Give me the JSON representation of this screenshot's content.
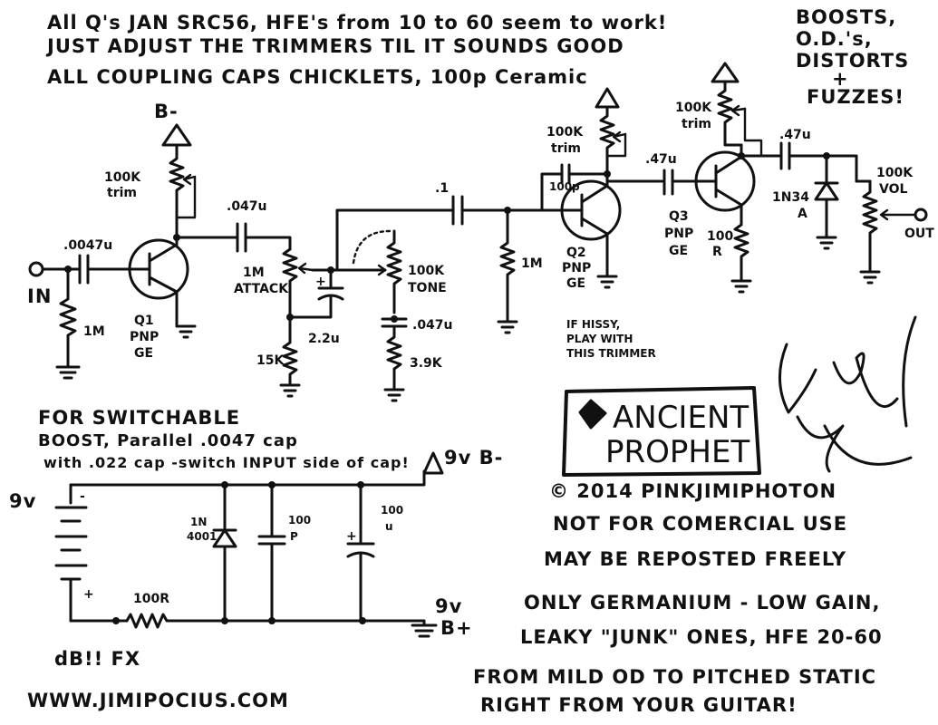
{
  "notes": {
    "line1": "All Q's JAN SRC56, HFE's from 10 to 60 seem to work!",
    "line2": "JUST ADJUST THE TRIMMERS TIL IT SOUNDS GOOD",
    "line3": "ALL COUPLING CAPS CHICKLETS, 100p Ceramic",
    "corner": [
      "BOOSTS,",
      "O.D.'s,",
      "DISTORTS",
      "+",
      "FUZZES!"
    ]
  },
  "labels": {
    "b_minus_top": "B-",
    "trim1": [
      "100K",
      "trim"
    ],
    "cap_in": ".0047u",
    "in": "IN",
    "r_in": "1M",
    "q1": [
      "Q1",
      "PNP",
      "GE"
    ],
    "cap_047_1": ".047u",
    "pot_attack": [
      "1M",
      "ATTACK"
    ],
    "r_15k": "15K",
    "cap_22": "2.2u",
    "plus1": "+",
    "cap_01": ".1",
    "pot_tone": [
      "100K",
      "TONE"
    ],
    "cap_047_tone": ".047u",
    "r_39k": "3.9K",
    "r_1m_mid": "1M",
    "trim2": [
      "100K",
      "trim"
    ],
    "cap_100p": "100p",
    "q2": [
      "Q2",
      "PNP",
      "GE"
    ],
    "hissy": [
      "IF HISSY,",
      "PLAY WITH",
      "THIS TRIMMER"
    ],
    "cap_47_1": ".47u",
    "q3": [
      "Q3",
      "PNP",
      "GE"
    ],
    "trim3": [
      "100K",
      "trim"
    ],
    "r_100": [
      "100",
      "R"
    ],
    "cap_47_2": ".47u",
    "diode": [
      "1N34",
      "A"
    ],
    "vol": [
      "100K",
      "VOL"
    ],
    "out": "OUT"
  },
  "switch_note": [
    "FOR SWITCHABLE",
    "BOOST, Parallel .0047 cap",
    "with .022 cap -switch INPUT side of cap!"
  ],
  "power": {
    "v9": "9v",
    "v9_bminus": "9v B-",
    "diode": [
      "1N",
      "4001"
    ],
    "cap_100p": [
      "100",
      "P"
    ],
    "cap_100u": [
      "100",
      "u"
    ],
    "plus": "+",
    "r_100r": "100R",
    "v9_bplus": [
      "9v",
      "B+"
    ],
    "minus": "-",
    "batt_plus": "+"
  },
  "logo": [
    "ANCIENT",
    "PROPHET"
  ],
  "signature": "Pink Jimi",
  "credits": {
    "copyright": "© 2014 PINKJIMIPHOTON",
    "not_commercial": "NOT FOR COMERCIAL USE",
    "repost": "MAY BE REPOSTED FREELY",
    "germanium_1": "ONLY GERMANIUM - LOW GAIN,",
    "germanium_2": "LEAKY \"JUNK\" ONES, HFE 20-60",
    "from_1": "FROM MILD OD TO PITCHED STATIC",
    "from_2": "RIGHT FROM YOUR GUITAR!",
    "brand": "dB!! FX",
    "url": "WWW.JIMIPOCIUS.COM"
  }
}
